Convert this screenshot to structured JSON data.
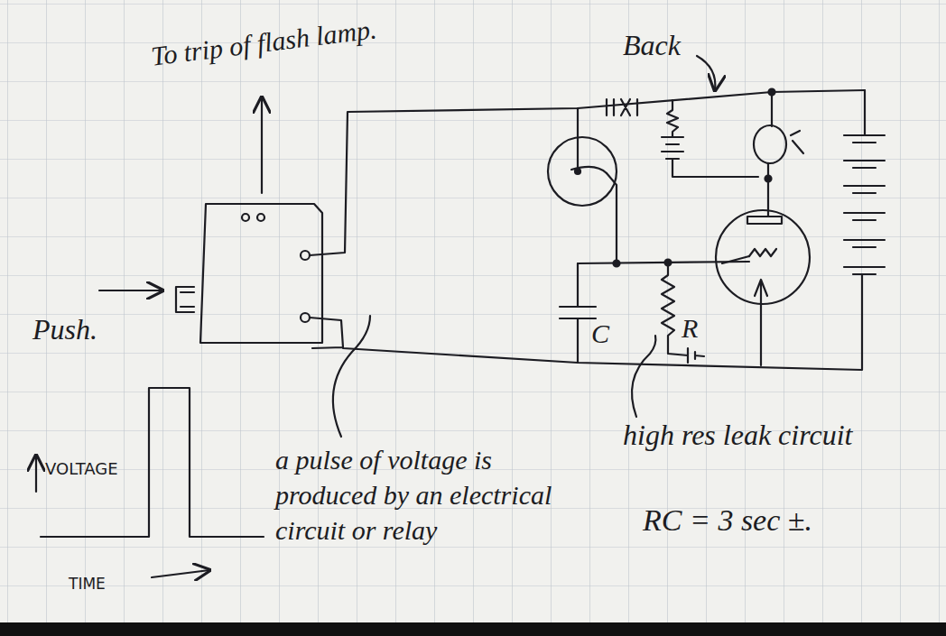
{
  "diagram": {
    "labels": [
      "To trip of flash lamp.",
      "Back",
      "Push.",
      "VOLTAGE",
      "TIME",
      "C",
      "R",
      "a pulse of voltage is produced by an electrical circuit or relay",
      "high res leak circuit",
      "RC = 3 sec ±."
    ]
  }
}
